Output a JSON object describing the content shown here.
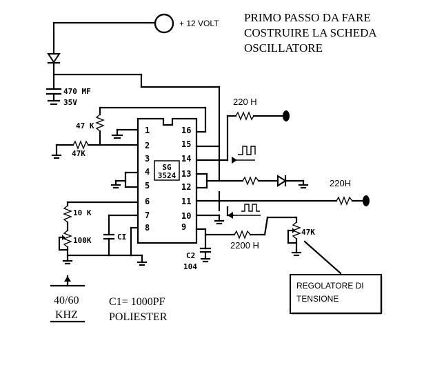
{
  "title": {
    "line1": "PRIMO PASSO DA FARE",
    "line2": "COSTRUIRE LA SCHEDA",
    "line3": "OSCILLATORE"
  },
  "supply_label": "+ 12 VOLT",
  "ic": {
    "name_line1": "SG",
    "name_line2": "3524",
    "left_pins": [
      "1",
      "2",
      "3",
      "4",
      "5",
      "6",
      "7",
      "8"
    ],
    "right_pins": [
      "16",
      "15",
      "14",
      "13",
      "12",
      "11",
      "10",
      "9"
    ]
  },
  "components": {
    "cap_main_value": "470 MF",
    "cap_main_voltage": "35V",
    "r_top_left": "47 K",
    "r_mid_left": "47K",
    "r_10k": "10 K",
    "pot_100k": "100K",
    "c1_label": "CI",
    "c2_label": "C2",
    "c2_value": "104",
    "inductor_top": "220 H",
    "inductor_right": "220H",
    "inductor_bottom": "2200 H",
    "pot_47k": "47K"
  },
  "notes": {
    "freq_line1": "40/60",
    "freq_line2": "KHZ",
    "c1_note_line1": "C1= 1000PF",
    "c1_note_line2": "POLIESTER",
    "regulator_line1": "REGOLATORE  DI",
    "regulator_line2": "TENSIONE"
  }
}
